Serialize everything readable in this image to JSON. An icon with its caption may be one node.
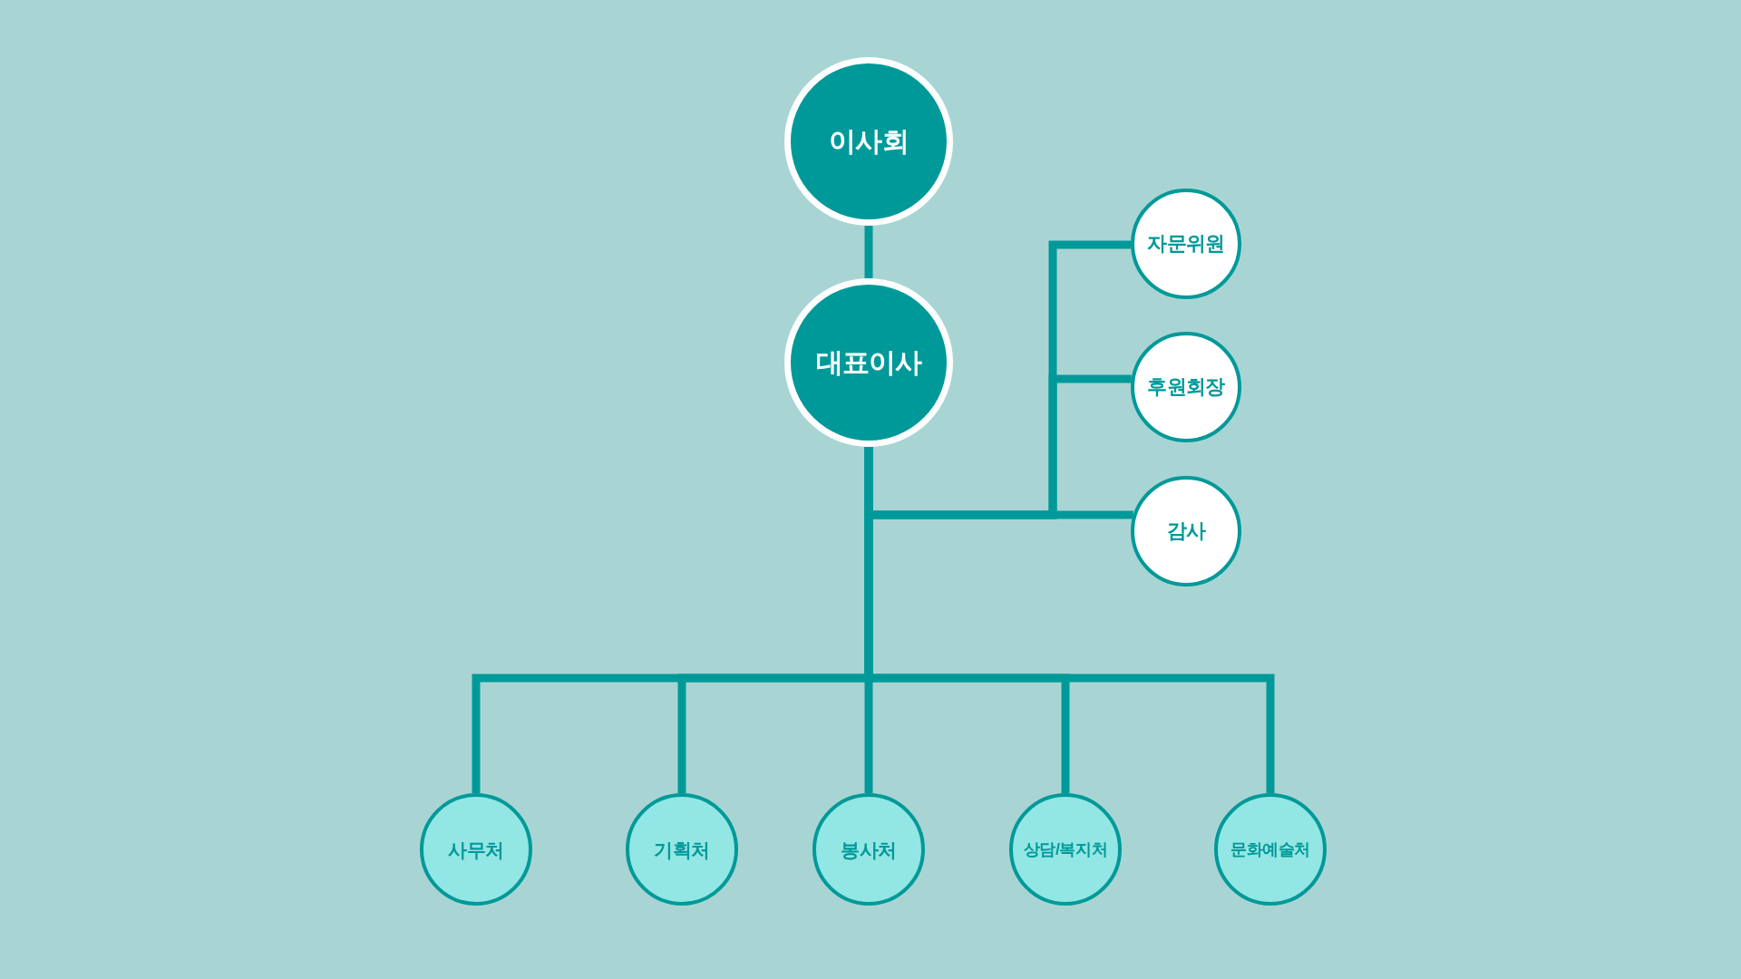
{
  "diagram": {
    "nodes": [
      {
        "text": [
          "이사회"
        ]
      },
      {
        "text": [
          "대표이사"
        ]
      },
      {
        "text": [
          "자문위원"
        ]
      },
      {
        "text": [
          "후원회장"
        ]
      },
      {
        "text": [
          "감사"
        ]
      },
      {
        "text": [
          "사무처"
        ]
      },
      {
        "text": [
          "기획처"
        ]
      },
      {
        "text": [
          "봉사처"
        ]
      },
      {
        "text": [
          "상담/복지처"
        ]
      },
      {
        "text": [
          "문화예술처"
        ]
      }
    ],
    "edges": [
      {
        "from": 0,
        "to": 1,
        "arrow": "none"
      },
      {
        "from": 1,
        "to": 2,
        "arrow": "none"
      },
      {
        "from": 1,
        "to": 3,
        "arrow": "none"
      },
      {
        "from": 1,
        "to": 4,
        "arrow": "none"
      },
      {
        "from": 1,
        "to": 5,
        "arrow": "none"
      },
      {
        "from": 1,
        "to": 6,
        "arrow": "none"
      },
      {
        "from": 1,
        "to": 7,
        "arrow": "none"
      },
      {
        "from": 1,
        "to": 8,
        "arrow": "none"
      },
      {
        "from": 1,
        "to": 9,
        "arrow": "none"
      }
    ]
  }
}
